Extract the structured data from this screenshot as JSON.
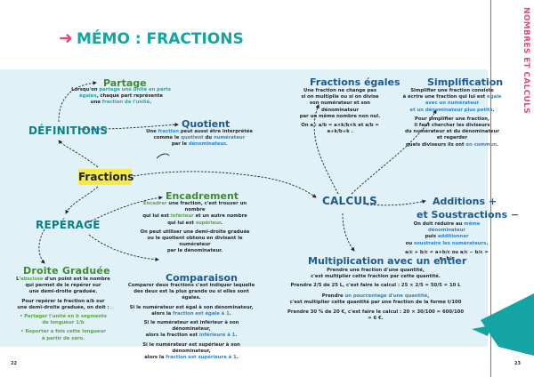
{
  "sidebar": {
    "chapter": "NOMBRES ET CALCULS"
  },
  "header": {
    "title": "MÉMO : FRACTIONS"
  },
  "hub": {
    "label": "Fractions"
  },
  "definitions": {
    "title": "DÉFINITIONS",
    "partage": {
      "title": "Partage",
      "line1": "Lorsqu'on",
      "hl1": "partage une unité en parts",
      "hl1b": "égales",
      "line2": ", chaque part représente",
      "line3": "une",
      "hl2": "fraction de l'unité",
      "end": "."
    },
    "quotient": {
      "title": "Quotient",
      "l1a": "Une",
      "l1b": "fraction",
      "l1c": "peut aussi être interprétée",
      "l2a": "comme le",
      "l2b": "quotient",
      "l2c": "du",
      "l2d": "numérateur",
      "l3a": "par le",
      "l3b": "dénominateur",
      "l3c": "."
    }
  },
  "reperage": {
    "title": "REPÉRAGE",
    "encadrement": {
      "title": "Encadrement",
      "l1a": "Encadrer",
      "l1b": "une fraction, c'est trouver un nombre",
      "l2a": "qui lui est",
      "l2b": "inférieur",
      "l2c": "et un autre nombre",
      "l3a": "qui lui est",
      "l3b": "supérieur",
      "l3c": ".",
      "l4": "On peut utiliser une demi-droite graduée",
      "l5": "ou le quotient obtenu en divisant le numérateur",
      "l6": "par le dénominateur."
    },
    "droite": {
      "title": "Droite Graduée",
      "l1a": "L'",
      "l1b": "abscisse",
      "l1c": "d'un point est le nombre",
      "l2": "qui permet de le repérer sur",
      "l3": "une demi-droite graduée.",
      "l4": "Pour repérer la fraction",
      "frac_num": "a",
      "frac_den": "b",
      "l4b": "sur",
      "l5": "une demi-droite graduée, on doit :",
      "b1a": "• Partager l'unité en",
      "b1b": "b",
      "b1c": "segments",
      "b1d": "de longueur",
      "b1n": "1",
      "b1den": "b",
      "b2a": "• Reporter",
      "b2b": "a",
      "b2c": "fois cette longueur",
      "b2d": "à partir de zéro."
    },
    "comparaison": {
      "title": "Comparaison",
      "l1": "Comparer deux fractions c'est indiquer laquelle",
      "l2": "des deux est la plus grande ou si elles sont égales.",
      "l3": "Si le numérateur est égal à son dénominateur,",
      "l4a": "alors la",
      "l4b": "fraction est égale à 1",
      "l4c": ".",
      "l5": "Si le numérateur est inférieur à son dénominateur,",
      "l6a": "alors la fraction est",
      "l6b": "inférieure à 1",
      "l6c": ".",
      "l7": "Si le numérateur est supérieur à son dénominateur,",
      "l8a": "alors la",
      "l8b": "fraction est supérieure à 1",
      "l8c": "."
    }
  },
  "calculs": {
    "title": "CALCULS",
    "egales": {
      "title": "Fractions égales",
      "l1": "Une fraction ne change pas",
      "l2": "si on multiplie ou si on divise",
      "l3": "son numérateur et son dénominateur",
      "l4": "par un même nombre non nul.",
      "l5a": "On a :",
      "formula": "a/b = a×k/b×k  et  a/b = a÷k/b÷k ."
    },
    "simplification": {
      "title": "Simplification",
      "l1": "Simplifier une fraction consiste",
      "l2a": "à écrire une fraction qui lui est",
      "l2b": "égale",
      "l3": "avec un numérateur",
      "l4": "et un dénominateur plus petits",
      "l4c": ".",
      "l5": "Pour simplifier une fraction,",
      "l6": "il faut chercher les diviseurs",
      "l7": "du numérateur et du dénominateur",
      "l8": "et regarder",
      "l9a": "quels diviseurs ils ont",
      "l9b": "en commun",
      "l9c": "."
    },
    "additions": {
      "title1": "Additions +",
      "title2": "et Soustractions −",
      "l1a": "On doit réduire au",
      "l1b": "même dénominateur",
      "l2": "puis",
      "l2b": "additionner",
      "l3": "ou",
      "l3b": "soustraire les numérateurs",
      "l3c": ".",
      "formula": "a/c + b/c = a+b/c  ou  a/c − b/c = a−b/c"
    },
    "multiplication": {
      "title": "Multiplication avec un entier",
      "l1": "Prendre une fraction d'une quantité,",
      "l2": "c'est multiplier cette fraction par cette quantité.",
      "l3": "Prendre 2/5 de 25 L, c'est faire le calcul : 25 × 2/5 = 50/5 = 10 L",
      "l4a": "Prendre",
      "l4b": "un pourcentage d'une quantité",
      "l4c": ",",
      "l5": "c'est multiplier cette quantité par une fraction de la forme",
      "l5b": "t/100",
      "l6": "Prendre 30 % de 20 €, c'est faire le calcul : 20 × 30/100 = 600/100 = 6 €."
    }
  },
  "footer": {
    "left_page": "22",
    "right_page": "23"
  },
  "colors": {
    "accent": "#e7477a",
    "teal": "#13a4a3",
    "band": "#e1f1f8",
    "highlight": "#f6e94a"
  }
}
